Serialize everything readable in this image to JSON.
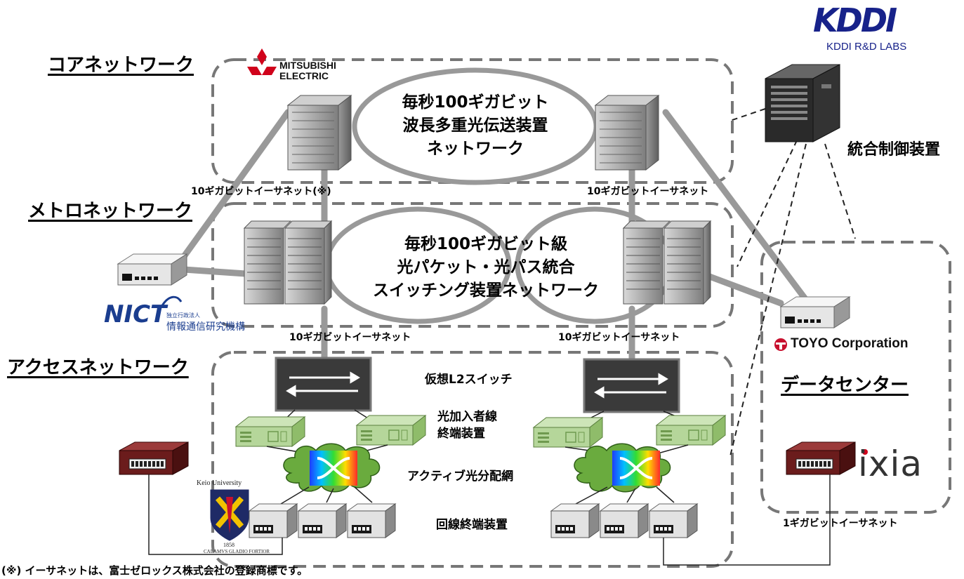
{
  "layers": {
    "core": "コアネットワーク",
    "metro": "メトロネットワーク",
    "access": "アクセスネットワーク",
    "datacenter": "データセンター"
  },
  "core_center": [
    "毎秒100ギガビット",
    "波長多重光伝送装置",
    "ネットワーク"
  ],
  "metro_center": [
    "毎秒100ギガビット級",
    "光パケット・光パス統合",
    "スイッチング装置ネットワーク"
  ],
  "links": {
    "core_left": "10ギガビットイーサネット(※)",
    "core_right": "10ギガビットイーサネット",
    "metro_left": "10ギガビットイーサネット",
    "metro_right": "10ギガビットイーサネット",
    "dc": "1ギガビットイーサネット"
  },
  "devices": {
    "controller": "統合制御装置",
    "l2switch": "仮想L2スイッチ",
    "olt": [
      "光加入者線",
      "終端装置"
    ],
    "aon": "アクティブ光分配網",
    "onu": "回線終端装置"
  },
  "logos": {
    "kddi": "KDDI",
    "kddi_sub": "KDDI R&D LABS",
    "mitsubishi": [
      "MITSUBISHI",
      "ELECTRIC"
    ],
    "nict": "NICT",
    "nict_sub1": "独立行政法人",
    "nict_sub2": "情報通信研究機構",
    "toyo": "TOYO Corporation",
    "ixia": "ixia",
    "keio": "Keio University",
    "keio_year": "1858",
    "keio_motto": "CALAMVS GLADIO FORTIOR"
  },
  "footnote": "(※) イーサネットは、富士ゼロックス株式会社の登録商標です。",
  "colors": {
    "link_gray": "#999999",
    "olt_green": "#a8d08d",
    "switch_dark": "#3a3a3a",
    "onu_gray": "#d9d9d9",
    "tester_red": "#6b1c1c",
    "kddi_blue": "#17228a",
    "nict_blue": "#1a3d8f",
    "toyo_red": "#c8102e",
    "cloud_green": "#6aab3e"
  }
}
